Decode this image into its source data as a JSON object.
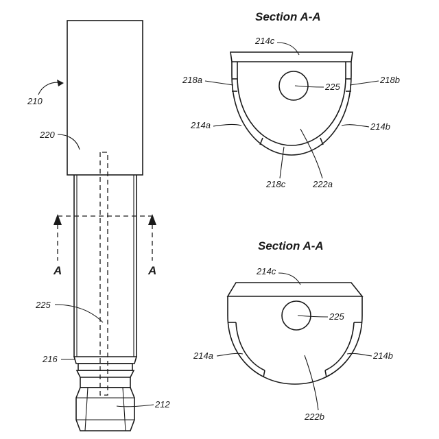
{
  "sections": [
    {
      "title": "Section A-A"
    },
    {
      "title": "Section A-A"
    }
  ],
  "plug": {
    "labels": {
      "ref_210": "210",
      "ref_220": "220",
      "ref_225": "225",
      "ref_216": "216",
      "ref_212": "212",
      "section_left": "A",
      "section_right": "A"
    }
  },
  "section_top": {
    "labels": {
      "ref_214c": "214c",
      "ref_218a": "218a",
      "ref_218b": "218b",
      "ref_225": "225",
      "ref_214a": "214a",
      "ref_214b": "214b",
      "ref_218c": "218c",
      "ref_222a": "222a"
    }
  },
  "section_bottom": {
    "labels": {
      "ref_214c": "214c",
      "ref_225": "225",
      "ref_214a": "214a",
      "ref_214b": "214b",
      "ref_222b": "222b"
    }
  },
  "colors": {
    "ink": "#1a1a1a",
    "background": "#ffffff"
  }
}
